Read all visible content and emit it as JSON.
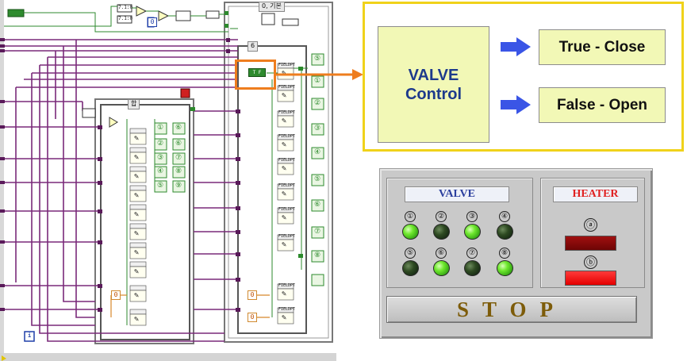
{
  "diagram": {
    "case_top": "0, 기본",
    "case_inner_outer": "6",
    "case_inner": "합",
    "true_constant": "T F",
    "numeric_constant": "0",
    "info_icon": "i",
    "fieldpt_label": "FIELDPT",
    "compare_label_1": "7.1:0",
    "compare_label_2": "7.1:0",
    "ring_label": "0",
    "index_blocks": [
      "⑤",
      "①",
      "②",
      "③",
      "④",
      "⑤",
      "⑥",
      "⑦",
      "⑧"
    ],
    "inner_index_col1": [
      "①",
      "②",
      "③",
      "④",
      "⑤"
    ],
    "inner_index_col2": [
      "⑥",
      "⑥",
      "⑦",
      "⑧",
      "⑨"
    ]
  },
  "legend": {
    "title_line1": "VALVE",
    "title_line2": "Control",
    "true_label": "True - Close",
    "false_label": "False - Open",
    "arrow_color": "#3a55e6",
    "accent_border": "#f0d21a",
    "highlight_color": "#ee7d1e"
  },
  "front_panel": {
    "valve_title": "VALVE",
    "heater_title": "HEATER",
    "valves": [
      {
        "num": "①",
        "state": "on"
      },
      {
        "num": "②",
        "state": "off"
      },
      {
        "num": "③",
        "state": "on"
      },
      {
        "num": "④",
        "state": "off"
      },
      {
        "num": "⑤",
        "state": "off"
      },
      {
        "num": "⑥",
        "state": "on"
      },
      {
        "num": "⑦",
        "state": "off"
      },
      {
        "num": "⑧",
        "state": "on"
      }
    ],
    "heaters": [
      {
        "letter": "ⓐ",
        "state": "off"
      },
      {
        "letter": "ⓑ",
        "state": "on"
      }
    ],
    "stop_label": "STOP"
  }
}
